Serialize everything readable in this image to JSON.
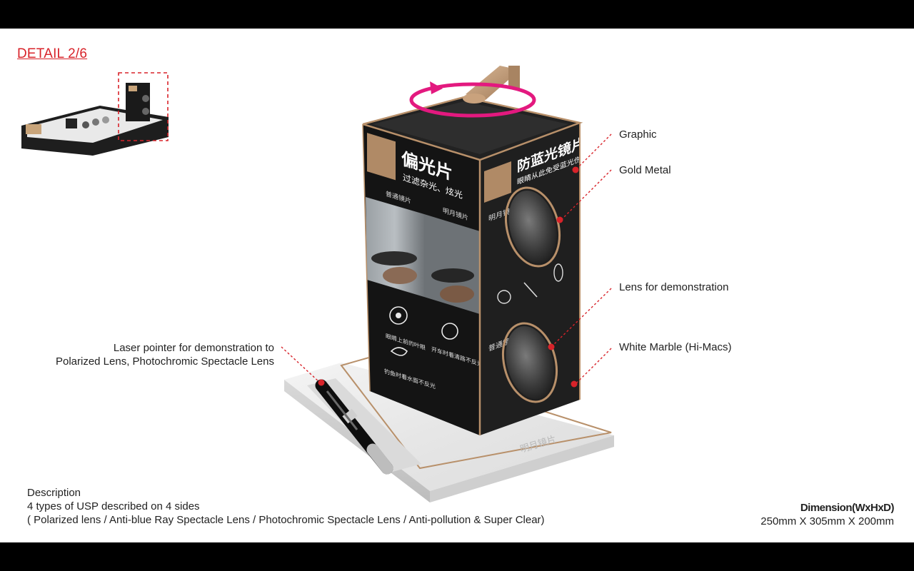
{
  "slide": {
    "title": "DETAIL 2/6"
  },
  "callouts": {
    "graphic": "Graphic",
    "gold_metal": "Gold Metal",
    "lens": "Lens for demonstration",
    "marble": "White Marble (Hi-Macs)",
    "laser_line1": "Laser pointer for demonstration to",
    "laser_line2": "Polarized Lens, Photochromic Spectacle Lens"
  },
  "description": {
    "heading": "Description",
    "line1": "4 types of USP described on 4 sides",
    "line2": "( Polarized lens / Anti-blue Ray Spectacle Lens / Photochromic Spectacle Lens / Anti-pollution & Super Clear)"
  },
  "dimension": {
    "label": "Dimension(WxHxD)",
    "value": "250mm X 305mm X 200mm"
  },
  "product_graphic": {
    "left_title": "偏光片",
    "left_subtitle": "过滤杂光、炫光",
    "left_tag_normal": "普通镜片",
    "left_tag_brand": "明月镜片",
    "icon_caption_1": "眼睛上前的叶眼",
    "icon_caption_2": "开车时看清路不反光",
    "icon_caption_3": "钓鱼时看水面不反光",
    "right_title": "防蓝光镜片",
    "right_subtitle": "眼睛从此免受蓝光伤害",
    "right_tag_brand": "明月镜片",
    "right_tag_normal": "普通镜片",
    "base_brand": "明月镜片"
  },
  "colors": {
    "accent_red": "#d8232a",
    "rotate_arrow": "#e3197f",
    "gold": "#b8906a",
    "cube_black": "#1a1a1a",
    "marble": "#ececec"
  }
}
